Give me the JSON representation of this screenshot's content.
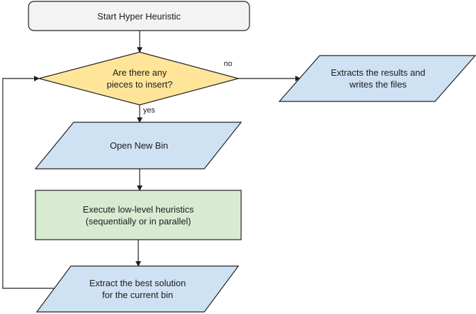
{
  "nodes": {
    "start": {
      "text": "Start Hyper Heuristic"
    },
    "decision": {
      "line1": "Are there any",
      "line2": "pieces to insert?"
    },
    "results": {
      "line1": "Extracts the results and",
      "line2": "writes the files"
    },
    "open_bin": {
      "text": "Open New Bin"
    },
    "execute": {
      "line1": "Execute low-level heuristics",
      "line2": "(sequentially or in parallel)"
    },
    "extract": {
      "line1": "Extract the best solution",
      "line2": "for the current bin"
    }
  },
  "edges": {
    "no": "no",
    "yes": "yes"
  },
  "colors": {
    "terminal_fill": "#f3f3f3",
    "decision_fill": "#ffe599",
    "io_fill": "#cfe2f3",
    "process_fill": "#d9ead3",
    "stroke": "#1f1f1f"
  }
}
